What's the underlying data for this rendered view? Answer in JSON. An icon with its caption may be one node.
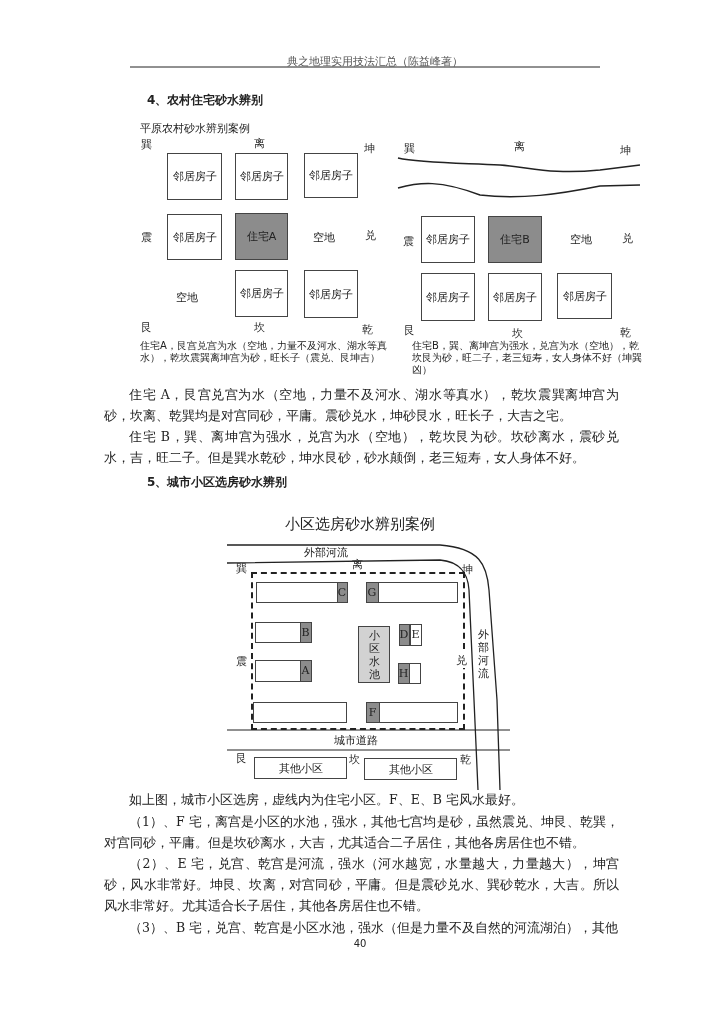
{
  "diagram": {
    "nodes": [
      {
        "text": [
          "邻居房子"
        ]
      },
      {
        "text": [
          "邻居房子"
        ]
      },
      {
        "text": [
          "邻居房子"
        ]
      },
      {
        "text": [
          "邻居房子"
        ]
      },
      {
        "text": [
          "住宅A"
        ]
      },
      {
        "text": [
          "邻居房子"
        ]
      },
      {
        "text": [
          "邻居房子"
        ]
      },
      {
        "text": [
          "邻居房子"
        ]
      },
      {
        "text": [
          "住宅B"
        ]
      },
      {
        "text": [
          "邻居房子"
        ]
      },
      {
        "text": [
          "邻居房子"
        ]
      },
      {
        "text": [
          "邻居房子"
        ]
      },
      {
        "text": [],
        "shape": "box"
      },
      {
        "text": [],
        "shape": "bar",
        "in": 12
      },
      {
        "text": [
          "C"
        ],
        "in": 13
      },
      {
        "text": [],
        "shape": "bar",
        "in": 12
      },
      {
        "text": [
          "G"
        ],
        "in": 15
      },
      {
        "text": [],
        "shape": "bar",
        "in": 12
      },
      {
        "text": [
          "B"
        ],
        "in": 17
      },
      {
        "text": [
          "小区水池"
        ],
        "in": 12
      },
      {
        "text": [],
        "shape": "bar",
        "in": 12
      },
      {
        "text": [
          "D"
        ],
        "in": 20
      },
      {
        "text": [
          "E"
        ],
        "in": 20
      },
      {
        "text": [],
        "shape": "bar",
        "in": 12
      },
      {
        "text": [
          "A"
        ],
        "in": 23
      },
      {
        "text": [],
        "shape": "bar",
        "in": 12
      },
      {
        "text": [
          "H"
        ],
        "in": 25
      },
      {
        "text": [],
        "shape": "bar",
        "in": 12
      },
      {
        "text": [],
        "shape": "bar",
        "in": 12
      },
      {
        "text": [
          "F"
        ],
        "in": 28
      },
      {
        "text": [
          "其他小区"
        ]
      },
      {
        "text": [
          "其他小区"
        ]
      }
    ],
    "labels": [
      "典之地理实用技法汇总（陈益峰著）",
      "4、农村住宅砂水辨别",
      "平原农村砂水辨别案例",
      "巽",
      "离",
      "坤",
      "震",
      "空地",
      "兑",
      "空地",
      "艮",
      "坎",
      "乾",
      "住宅A，艮宫兑宫为水（空地，力量不及河水、湖水等真水），乾坎震巽离坤宫为砂，旺长子（震兑、艮坤吉）",
      "巽",
      "离",
      "坤",
      "震",
      "空地",
      "兑",
      "艮",
      "坎",
      "乾",
      "住宅B，巽、离坤宫为强水，兑宫为水（空地），乾坎艮为砂，旺二子，老三短寿，女人身体不好（坤巽凶）",
      "住宅 A，艮宫兑宫为水（空地，力量不及河水、湖水等真水），乾坎震巽离坤宫为砂，坎离、乾巽均是对宫同砂，平庸。震砂兑水，坤砂艮水，旺长子，大吉之宅。",
      "住宅 B，巽、离坤宫为强水，兑宫为水（空地），乾坎艮为砂。坎砂离水，震砂兑水，吉，旺二子。但是巽水乾砂，坤水艮砂，砂水颠倒，老三短寿，女人身体不好。",
      "5、城市小区选房砂水辨别",
      "小区选房砂水辨别案例",
      "外部河流",
      "巽",
      "离",
      "坤",
      "震",
      "兑",
      "外部河流",
      "城市道路",
      "艮",
      "坎",
      "乾",
      "如上图，城市小区选房，虚线内为住宅小区。F、E、B 宅风水最好。",
      "（1）、F 宅，离宫是小区的水池，强水，其他七宫均是砂，虽然震兑、坤艮、乾巽，对宫同砂，平庸。但是坎砂离水，大吉，尤其适合二子居住，其他各房居住也不错。",
      "（2）、E 宅，兑宫、乾宫是河流，强水（河水越宽，水量越大，力量越大），坤宫砂，风水非常好。坤艮、坎离，对宫同砂，平庸。但是震砂兑水、巽砂乾水，大吉。所以风水非常好。尤其适合长子居住，其他各房居住也不错。",
      "（3）、B 宅，兑宫、乾宫是小区水池，强水（但是力量不及自然的河流湖泊），其他",
      "40"
    ]
  }
}
